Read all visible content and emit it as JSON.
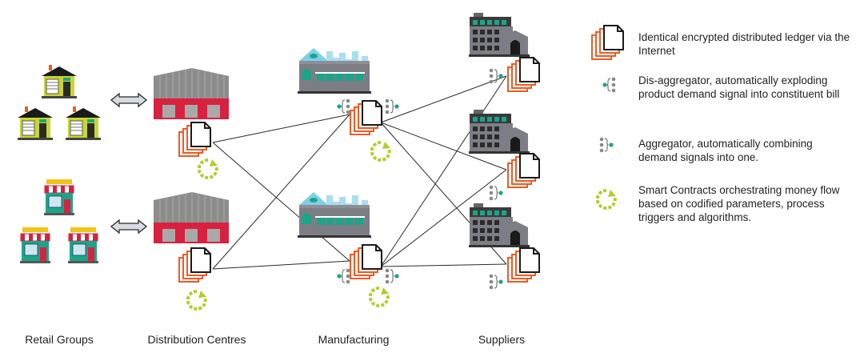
{
  "columns": {
    "retail": "Retail Groups",
    "distribution": "Distribution Centres",
    "manufacturing": "Manufacturing",
    "suppliers": "Suppliers"
  },
  "legend": {
    "ledger": "Identical encrypted distributed ledger via the Internet",
    "disaggregator": "Dis-aggregator, automatically exploding product demand signal into constituent bill",
    "aggregator": "Aggregator, automatically combining demand signals into one.",
    "smart_contracts": "Smart Contracts orchestrating money flow based on codified parameters, process triggers and algorithms."
  },
  "icons": [
    "house-icon",
    "shop-icon",
    "warehouse-icon",
    "factory-icon",
    "supplier-plant-icon",
    "ledger-icon",
    "smart-contract-icon",
    "disaggregator-icon",
    "aggregator-icon",
    "double-arrow-icon"
  ],
  "colors": {
    "ledger_orange": "#ee5a24",
    "contract_green": "#b5cc2d",
    "node_teal": "#1aa58a",
    "node_grey": "#8a8a8a",
    "building_grey": "#7d7d85",
    "warehouse_red": "#d9203f"
  }
}
